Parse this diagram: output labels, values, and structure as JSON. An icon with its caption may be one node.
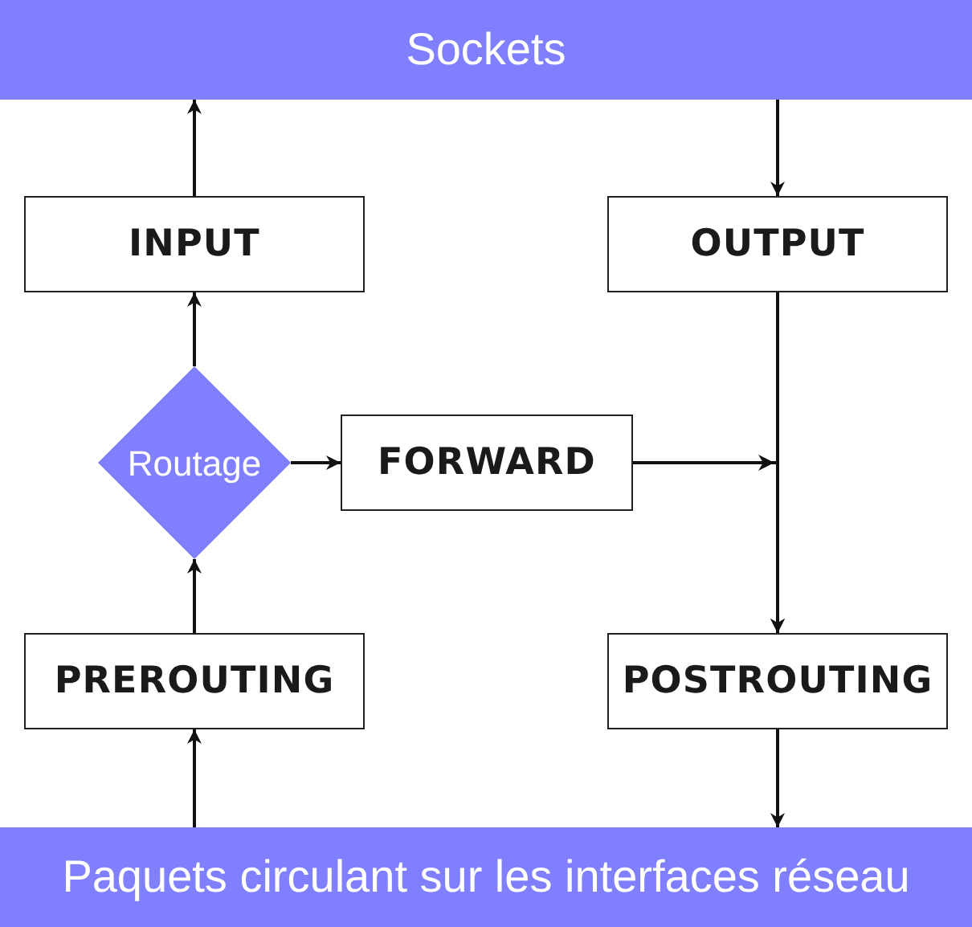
{
  "diagram": {
    "nodes": [
      {
        "text": [
          "Sockets"
        ]
      },
      {
        "text": [
          "INPUT"
        ]
      },
      {
        "text": [
          "OUTPUT"
        ]
      },
      {
        "text": [
          "Routage"
        ]
      },
      {
        "text": [
          "FORWARD"
        ]
      },
      {
        "text": [
          "PREROUTING"
        ]
      },
      {
        "text": [
          "POSTROUTING"
        ]
      },
      {
        "text": [
          "Paquets circulant sur les interfaces réseau"
        ]
      }
    ],
    "edges": [
      {
        "from": 1,
        "to": 0,
        "arrow": "to"
      },
      {
        "from": 0,
        "to": 2,
        "arrow": "to"
      },
      {
        "from": 3,
        "to": 1,
        "arrow": "to"
      },
      {
        "from": 3,
        "to": 4,
        "arrow": "to"
      },
      {
        "from": 2,
        "to": 6,
        "arrow": "to"
      },
      {
        "from": 4,
        "to": 6,
        "arrow": "to"
      },
      {
        "from": 5,
        "to": 3,
        "arrow": "to"
      },
      {
        "from": 7,
        "to": 5,
        "arrow": "to"
      },
      {
        "from": 6,
        "to": 7,
        "arrow": "to"
      }
    ]
  }
}
